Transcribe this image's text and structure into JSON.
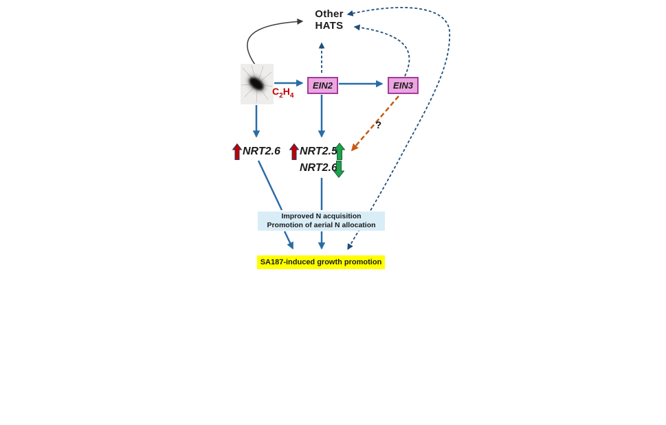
{
  "figure": {
    "colors": {
      "solid-arrow": "#2a6ca6",
      "dashed-arrow": "#1f4e79",
      "orange-arrow": "#c55a11",
      "red-accent": "#c00000",
      "red-arrow-fill": "#c00000",
      "red-arrow-stroke": "#1f3864",
      "green-arrow-fill": "#1fa14d",
      "green-arrow-stroke": "#155e34",
      "node-fill": "#eba5e0",
      "node-border": "#a03c9a",
      "outcome-fill": "#d9edf7",
      "result-fill": "#ffff00",
      "black-arrow": "#3a3a3a",
      "text": "#1a1a1a"
    },
    "top_node": {
      "line1": "Other",
      "line2": "HATS"
    },
    "ligand": {
      "c": "C",
      "sub2": "2",
      "h": "H",
      "sub4": "4"
    },
    "ein2_label": "EIN2",
    "ein3_label": "EIN3",
    "left_gene": "NRT2.6",
    "center_gene_top": "NRT2.5",
    "center_gene_bottom": "NRT2.6",
    "question_label": "?",
    "outcome_box": {
      "line1": "Improved N acquisition",
      "line2": "Promotion of aerial N allocation"
    },
    "result_box": {
      "label": "SA187-induced growth promotion"
    }
  }
}
